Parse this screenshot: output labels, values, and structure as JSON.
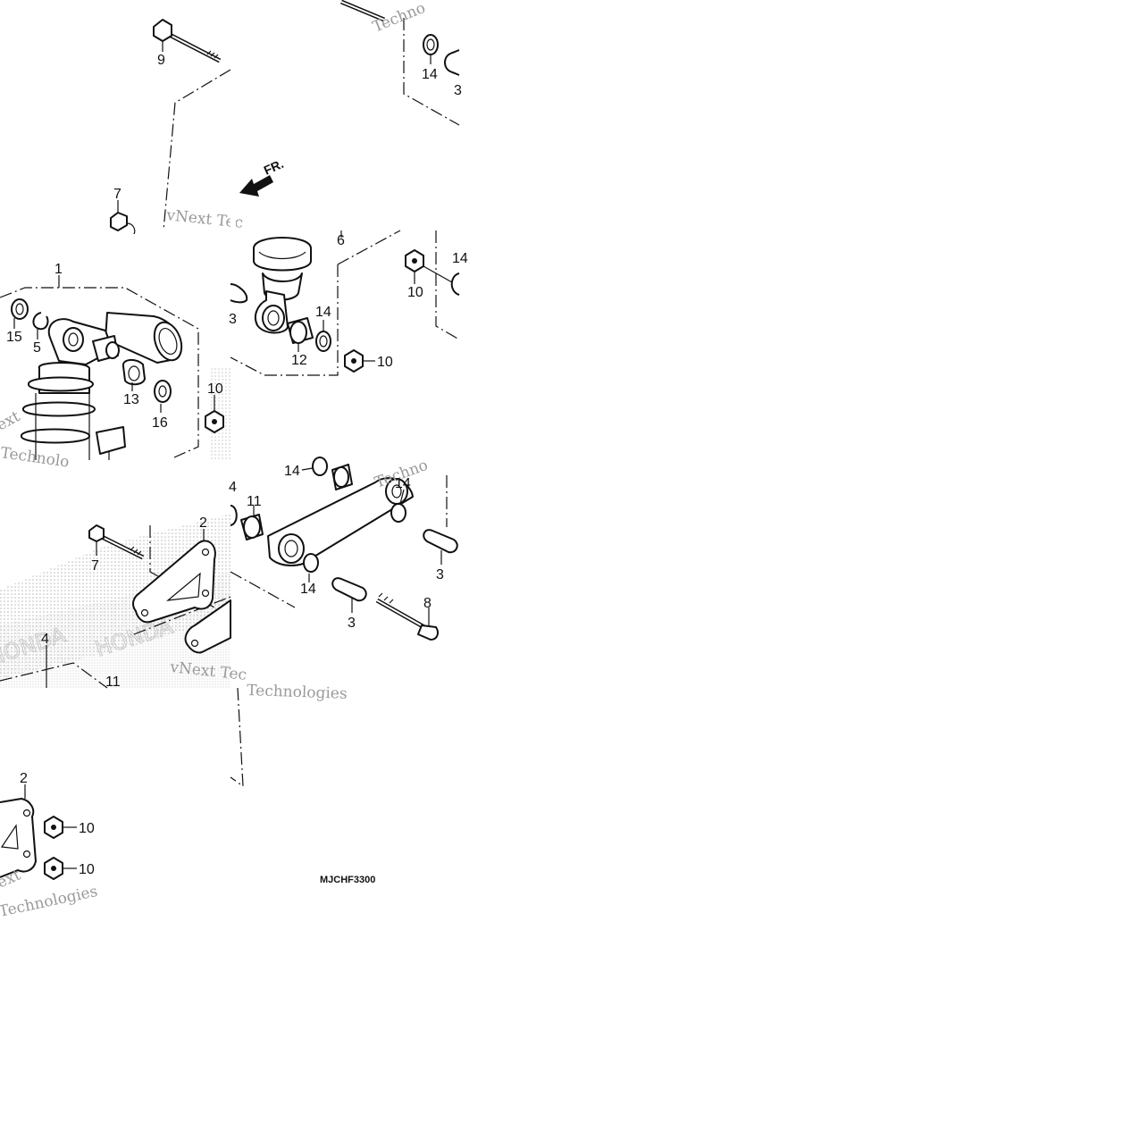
{
  "diagram": {
    "code": "MJCHF3300",
    "direction_label": "FR.",
    "watermark_texts": [
      "vNext Tec",
      "Technologies",
      "Techno",
      "Technolo",
      "ext"
    ],
    "callouts": [
      "1",
      "2",
      "3",
      "4",
      "5",
      "6",
      "7",
      "8",
      "9",
      "10",
      "11",
      "12",
      "13",
      "14",
      "15",
      "16"
    ]
  }
}
